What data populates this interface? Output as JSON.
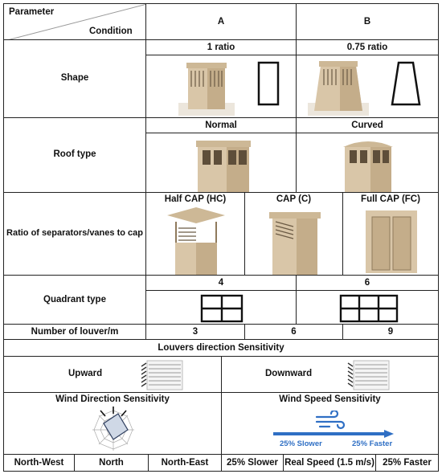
{
  "header": {
    "parameter": "Parameter",
    "condition": "Condition",
    "col_a": "A",
    "col_b": "B"
  },
  "shape": {
    "label": "Shape",
    "a_sub": "1 ratio",
    "b_sub": "0.75 ratio"
  },
  "roof": {
    "label": "Roof type",
    "a_sub": "Normal",
    "b_sub": "Curved"
  },
  "ratio": {
    "label": "Ratio of separators/vanes to cap",
    "hc": "Half CAP (HC)",
    "c": "CAP (C)",
    "fc": "Full CAP (FC)"
  },
  "quadrant": {
    "label": "Quadrant type",
    "a_val": "4",
    "b_val": "6"
  },
  "louver": {
    "label": "Number of louver/m",
    "v1": "3",
    "v2": "6",
    "v3": "9"
  },
  "louvers_dir": {
    "title": "Louvers direction Sensitivity",
    "up": "Upward",
    "down": "Downward"
  },
  "wind": {
    "dir_title": "Wind Direction Sensitivity",
    "speed_title": "Wind Speed Sensitivity",
    "slower": "25% Slower",
    "faster": "25% Faster"
  },
  "footer": [
    "North-West",
    "North",
    "North-East",
    "25% Slower",
    "Real Speed (1.5 m/s)",
    "25% Faster"
  ],
  "colors": {
    "tower": "#d9c6a8",
    "tower_dark": "#b8a07e",
    "accent_blue": "#2f6fc4",
    "border": "#222222"
  }
}
